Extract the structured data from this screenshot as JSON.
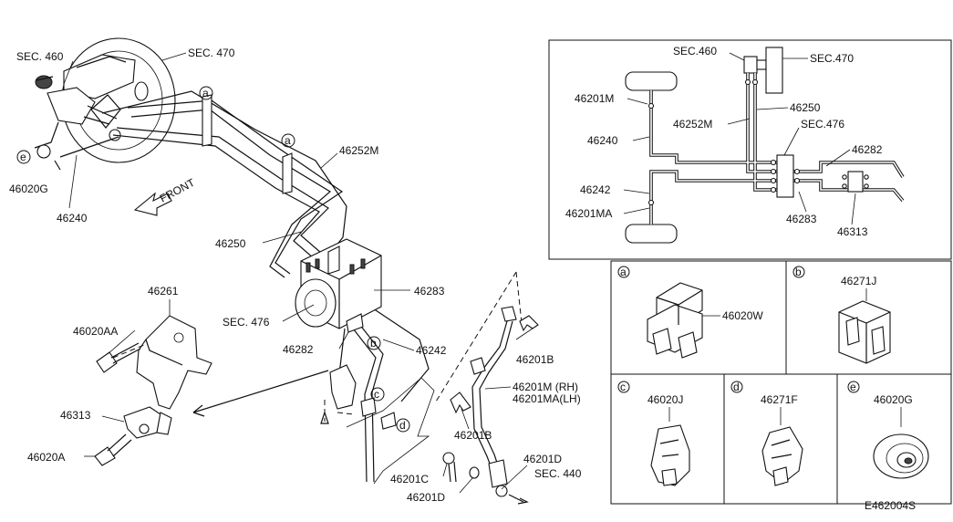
{
  "main": {
    "labels": {
      "sec460": "SEC. 460",
      "sec470": "SEC. 470",
      "p46252m": "46252M",
      "front": "FRONT",
      "p46020g": "46020G",
      "p46240": "46240",
      "p46250": "46250",
      "p46283": "46283",
      "sec476": "SEC. 476",
      "p46282": "46282",
      "p46242": "46242",
      "p46261": "46261",
      "p46020aa": "46020AA",
      "p46313": "46313",
      "p46020a": "46020A",
      "p46201b_top": "46201B",
      "p46201m_rh": "46201M (RH)",
      "p46201ma_lh": "46201MA(LH)",
      "p46201b_bot": "46201B",
      "p46201c": "46201C",
      "p46201d_left": "46201D",
      "p46201d_right": "46201D",
      "sec440": "SEC. 440"
    },
    "callouts": [
      "a",
      "b",
      "c",
      "d",
      "e"
    ]
  },
  "schematic": {
    "labels": {
      "sec460": "SEC.460",
      "sec470": "SEC.470",
      "p46201m": "46201M",
      "p46250": "46250",
      "p46252m": "46252M",
      "sec476": "SEC.476",
      "p46240": "46240",
      "p46282": "46282",
      "p46242": "46242",
      "p46201ma": "46201MA",
      "p46283": "46283",
      "p46313": "46313"
    }
  },
  "details": [
    {
      "letter": "a",
      "part": "46020W"
    },
    {
      "letter": "b",
      "part": "46271J"
    },
    {
      "letter": "c",
      "part": "46020J"
    },
    {
      "letter": "d",
      "part": "46271F"
    },
    {
      "letter": "e",
      "part": "46020G"
    }
  ],
  "footer": {
    "code": "E462004S"
  }
}
